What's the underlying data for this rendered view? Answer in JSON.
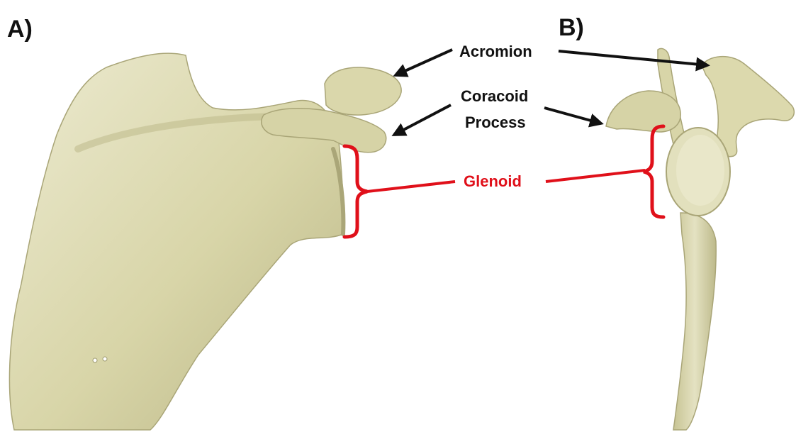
{
  "panels": {
    "a": {
      "label": "A)"
    },
    "b": {
      "label": "B)"
    }
  },
  "labels": {
    "acromion": "Acromion",
    "coracoid_line1": "Coracoid",
    "coracoid_line2": "Process",
    "glenoid": "Glenoid"
  },
  "colors": {
    "bone": "#d8d5a8",
    "bone_shadow": "#b7b384",
    "bone_highlight": "#ecead0",
    "arrow": "#111111",
    "glenoid_bracket": "#e0101a"
  }
}
